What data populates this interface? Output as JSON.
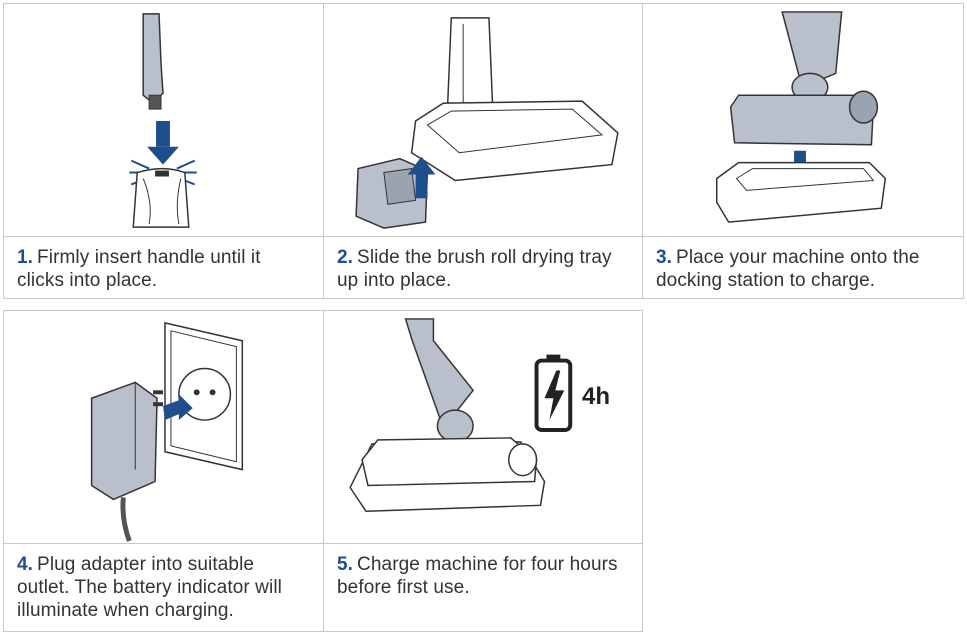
{
  "steps": [
    {
      "num": "1.",
      "text": "Firmly insert handle until it clicks into place.",
      "icon": "handle-insert-illustration"
    },
    {
      "num": "2.",
      "text": "Slide the brush roll drying tray up into place.",
      "icon": "drying-tray-illustration"
    },
    {
      "num": "3.",
      "text": "Place your machine onto the docking station to charge.",
      "icon": "docking-station-illustration"
    },
    {
      "num": "4.",
      "text": "Plug adapter into suitable outlet. The battery indicator will illuminate when charging.",
      "icon": "adapter-outlet-illustration"
    },
    {
      "num": "5.",
      "text": "Charge machine for four hours before first use.",
      "icon": "charging-machine-illustration"
    }
  ],
  "charge_label": "4h",
  "colors": {
    "accent": "#1f4e8c",
    "device": "#b9c0cc",
    "outline": "#333333",
    "border": "#c9c9c9"
  }
}
